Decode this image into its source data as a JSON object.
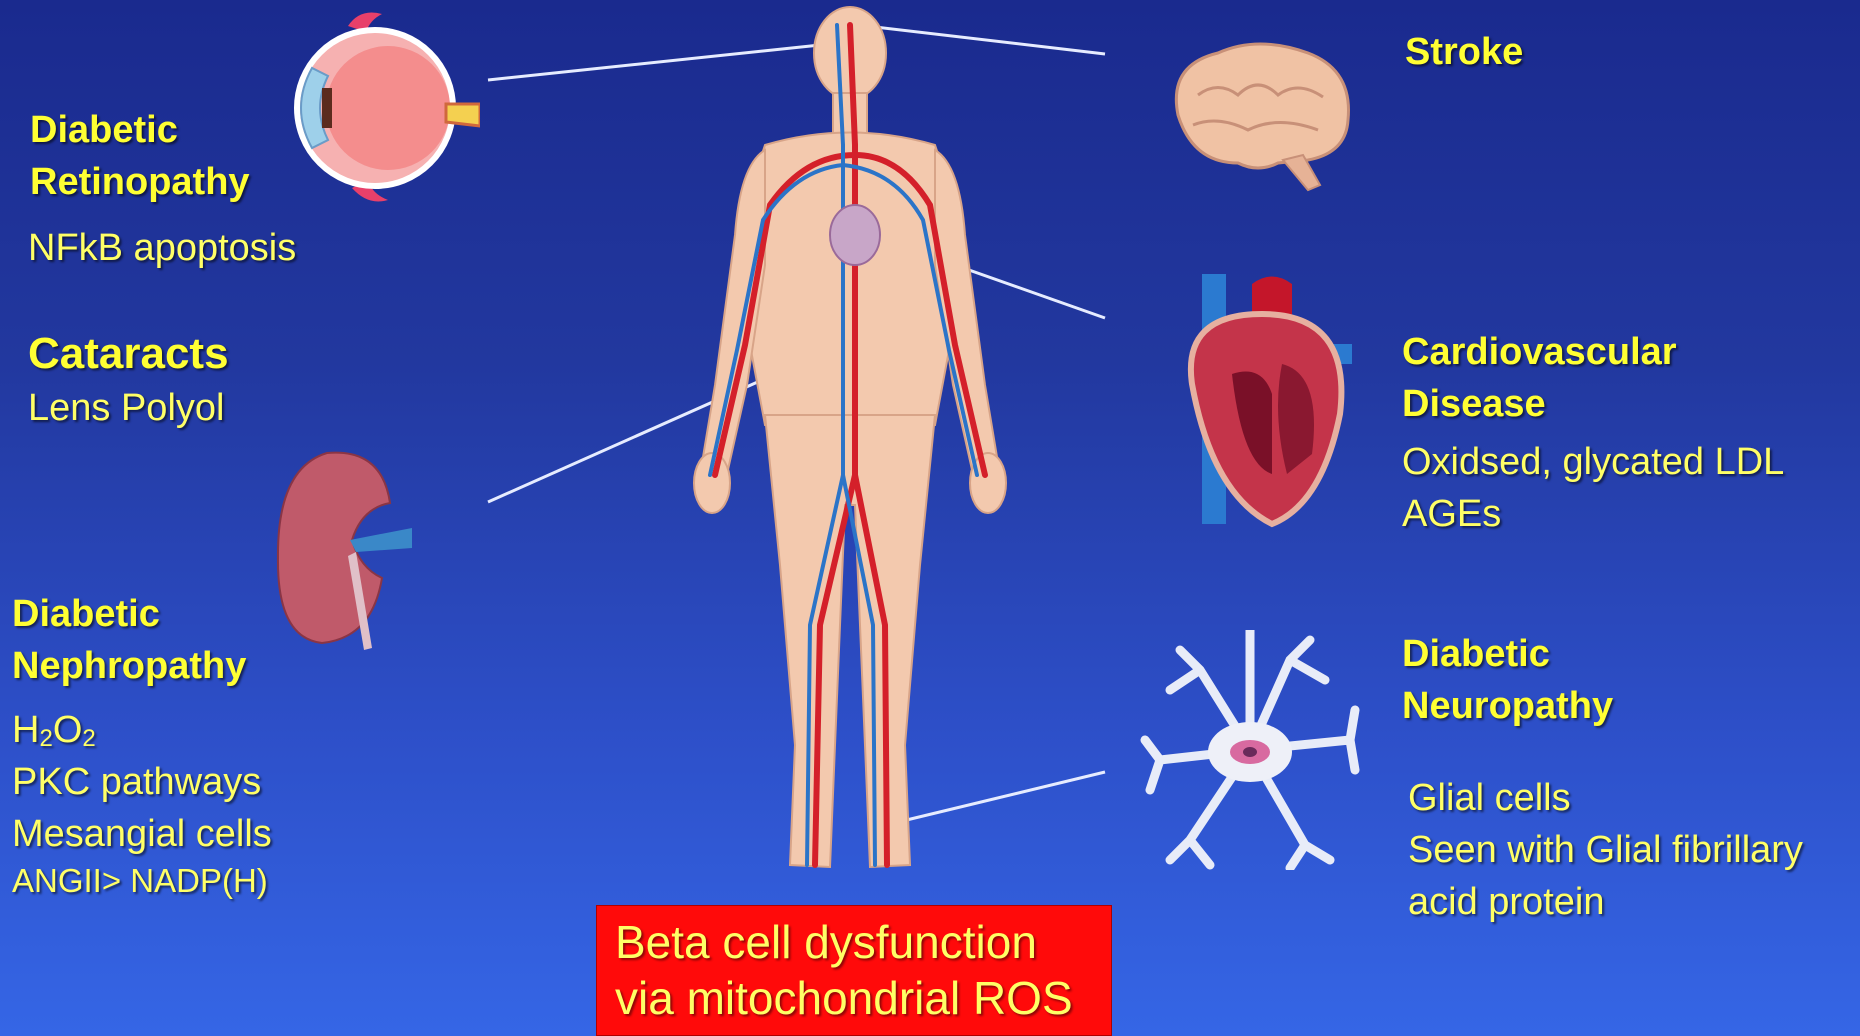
{
  "complications": {
    "retinopathy": {
      "title_line1": "Diabetic",
      "title_line2": "Retinopathy",
      "detail": "NFkB apoptosis"
    },
    "cataracts": {
      "title": "Cataracts",
      "detail": "Lens Polyol"
    },
    "nephropathy": {
      "title_line1": "Diabetic",
      "title_line2": "Nephropathy",
      "detail_h2o2_a": "H",
      "detail_h2o2_b": "2",
      "detail_h2o2_c": "O",
      "detail_h2o2_d": "2",
      "detail_2": "PKC pathways",
      "detail_3": "Mesangial cells",
      "detail_4": "ANGII> NADP(H)"
    },
    "stroke": {
      "title": "Stroke"
    },
    "cardiovascular": {
      "title_line1": "Cardiovascular",
      "title_line2": "Disease",
      "detail_1": "Oxidsed, glycated LDL",
      "detail_2": "AGEs"
    },
    "neuropathy": {
      "title_line1": "Diabetic",
      "title_line2": "Neuropathy",
      "detail_1": "Glial cells",
      "detail_2": "Seen with Glial fibrillary",
      "detail_3": "acid protein"
    }
  },
  "beta_cell_box": {
    "line1": "Beta cell dysfunction",
    "line2": "via mitochondrial ROS"
  },
  "colors": {
    "label": "#ffff33",
    "box": "#ff0a0a",
    "background": "#22389f"
  },
  "illustrations": [
    "eye-icon",
    "kidney-icon",
    "human-body-circulation",
    "brain-icon",
    "heart-icon",
    "glial-cell-icon"
  ]
}
